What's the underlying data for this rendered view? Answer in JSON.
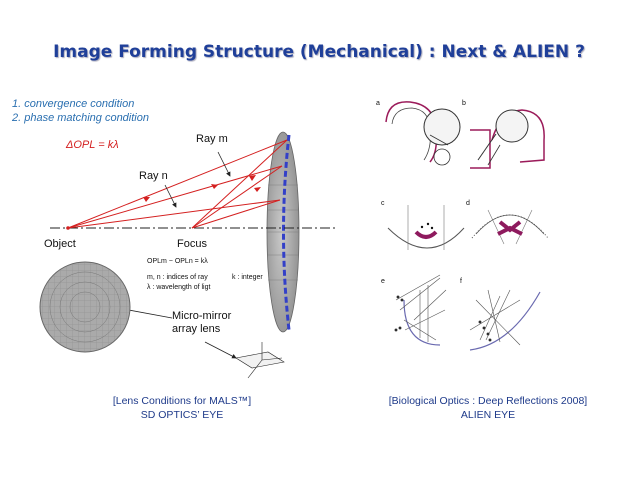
{
  "title": "Image Forming Structure (Mechanical) : Next & ALIEN ?",
  "conditions": [
    "1.  convergence condition",
    "2.  phase matching condition"
  ],
  "equation": "ΔOPL = kλ",
  "labels": {
    "ray_m": "Ray m",
    "ray_n": "Ray n",
    "object": "Object",
    "focus": "Focus",
    "micro_mirror": [
      "Micro-mirror",
      "array lens"
    ]
  },
  "formula": {
    "opl": "OPLm − OPLn =  kλ",
    "indices": "m, n : indices of ray",
    "k": "k :  integer",
    "lambda": "λ : wavelength of ligt"
  },
  "panel_letters": [
    "a",
    "b",
    "c",
    "d",
    "e",
    "f"
  ],
  "captions": {
    "left": [
      "[Lens Conditions for MALS™]",
      "SD OPTICS’ EYE"
    ],
    "right": [
      "[Biological Optics : Deep Reflections 2008]",
      "ALIEN EYE"
    ]
  },
  "colors": {
    "title": "#1f3f99",
    "rays": "#d42020",
    "mirror": "#3340c8",
    "eye_accent": "#8e1a5e"
  }
}
